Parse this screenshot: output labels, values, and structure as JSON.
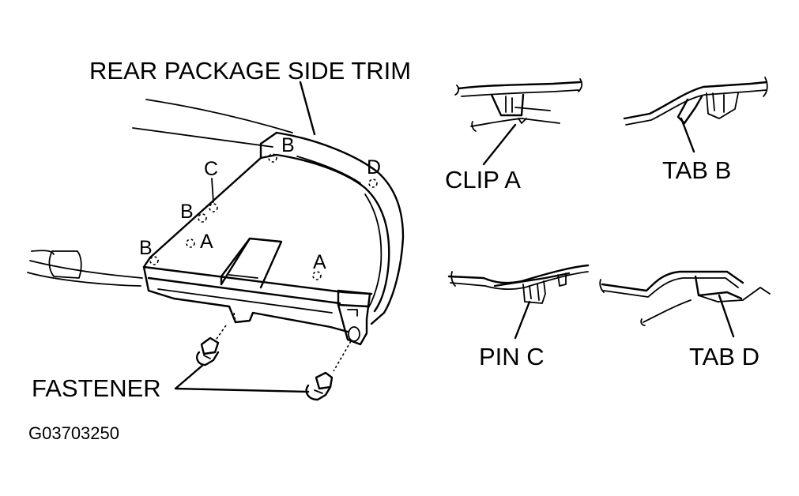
{
  "labels": {
    "rear_package_side_trim": "REAR PACKAGE SIDE TRIM",
    "fastener": "FASTENER",
    "clip_a": "CLIP A",
    "tab_b": "TAB B",
    "pin_c": "PIN C",
    "tab_d": "TAB D",
    "figure_code": "G03703250"
  },
  "point_markers": {
    "b_upper": "B",
    "c": "C",
    "b_middle": "B",
    "a_left": "A",
    "b_lower": "B",
    "a_right": "A",
    "d": "D"
  }
}
